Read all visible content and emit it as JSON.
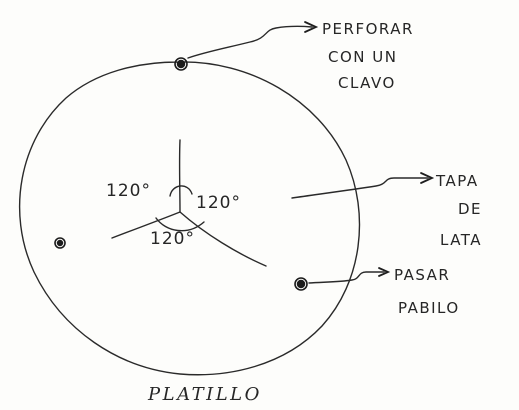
{
  "labels": {
    "perforar_line1": "PERFORAR",
    "perforar_line2": "CON UN",
    "perforar_line3": "CLAVO",
    "tapa_line1": "TAPA",
    "tapa_line2": "DE",
    "tapa_line3": "LATA",
    "pasar_line1": "PASAR",
    "pasar_line2": "PABILO",
    "title": "PLATILLO"
  },
  "angles": {
    "left": "120°",
    "right": "120°",
    "bottom": "120°"
  },
  "colors": {
    "ink": "#2a2a2a",
    "paper": "#fdfdfb"
  }
}
